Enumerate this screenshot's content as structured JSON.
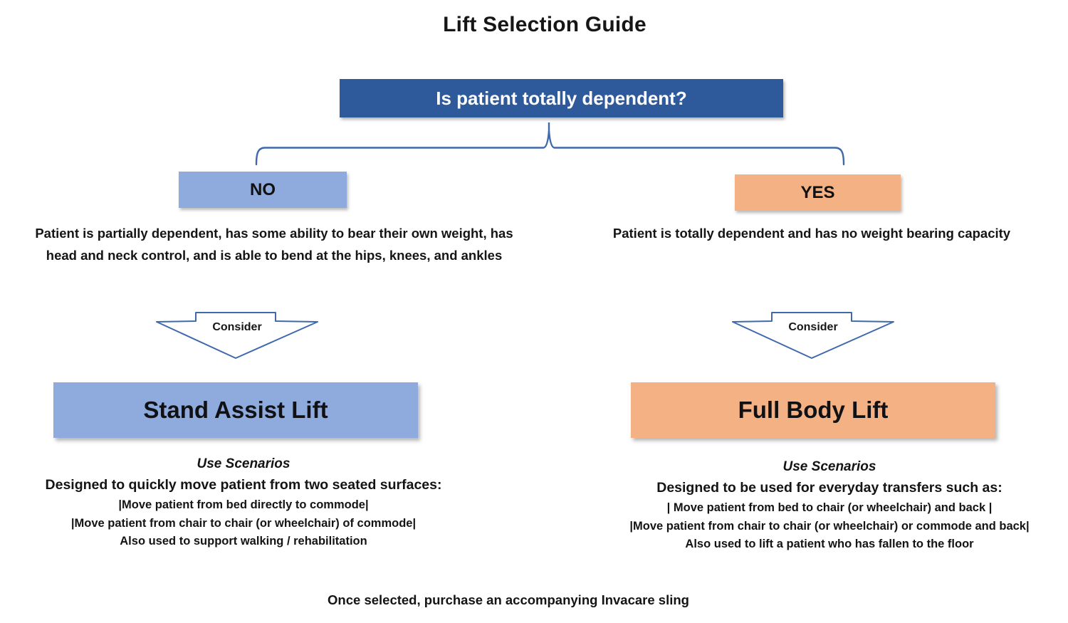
{
  "title": "Lift Selection Guide",
  "question": {
    "label": "Is patient totally dependent?"
  },
  "colors": {
    "dark_blue": "#2E5A9C",
    "light_blue": "#8FAADC",
    "orange": "#F4B183",
    "connector": "#3F69AC",
    "ink": "#151515"
  },
  "branches": [
    {
      "id": "no",
      "answer": "NO",
      "description": "Patient is partially dependent, has some ability to bear their own weight, has head and neck control, and is able to bend at the hips, knees, and ankles",
      "consider_label": "Consider",
      "lift_name": "Stand Assist Lift",
      "use_scenarios_title": "Use Scenarios",
      "use_scenarios_heading": "Designed to quickly move patient from two seated surfaces:",
      "scenarios": [
        "|Move patient from bed directly to commode|",
        "|Move patient from chair to chair (or wheelchair) of commode|",
        "Also used to support walking / rehabilitation"
      ]
    },
    {
      "id": "yes",
      "answer": "YES",
      "description": "Patient is totally dependent and has no weight bearing capacity",
      "consider_label": "Consider",
      "lift_name": "Full Body Lift",
      "use_scenarios_title": "Use Scenarios",
      "use_scenarios_heading": "Designed to be used for everyday transfers such as:",
      "scenarios": [
        "| Move patient from bed to chair (or wheelchair) and back |",
        "|Move patient from chair to chair (or wheelchair) or commode and back|",
        "Also used to lift a patient who has fallen to the floor"
      ]
    }
  ],
  "footer": "Once selected, purchase an accompanying Invacare sling"
}
